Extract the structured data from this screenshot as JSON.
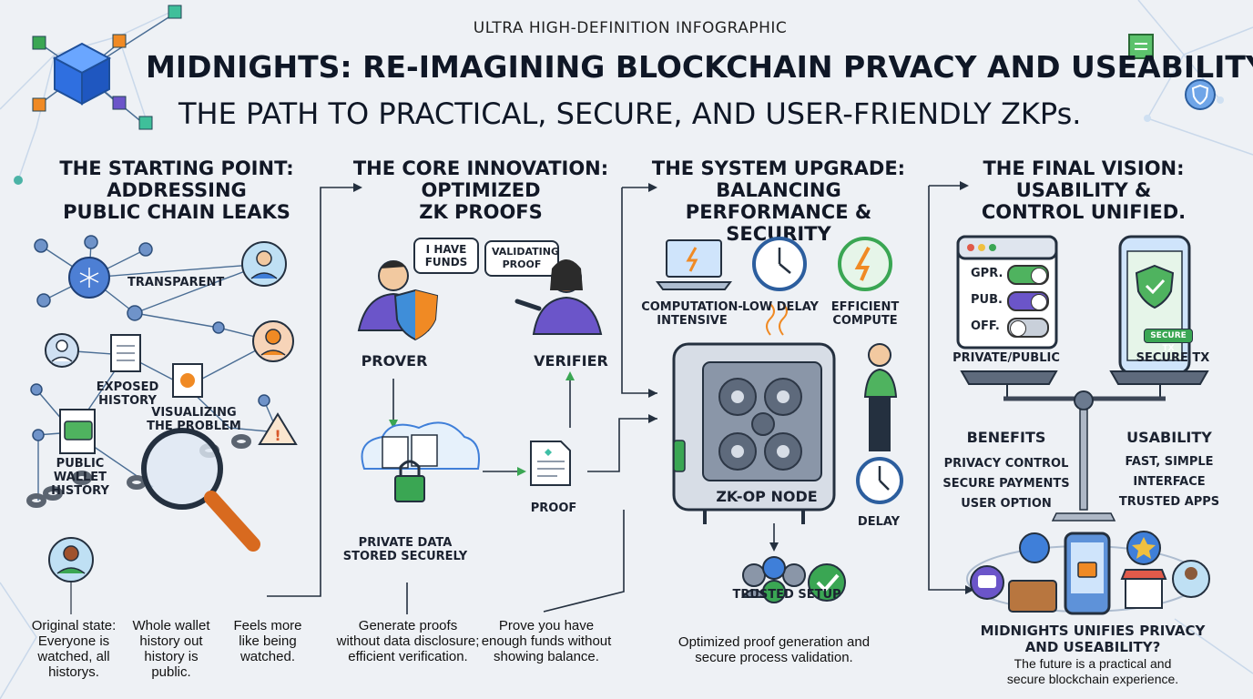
{
  "header": {
    "kicker": "ULTRA HIGH-DEFINITION INFOGRAPHIC",
    "title": "MIDNIGHTS: RE-IMAGINING BLOCKCHAIN PRVACY AND USEABILITY.",
    "subtitle": "THE PATH TO PRACTICAL, SECURE, AND USER-FRIENDLY ZKPs."
  },
  "sections": {
    "start": {
      "heading": [
        "THE STARTING POINT:",
        "ADDRESSING",
        "PUBLIC CHAIN LEAKS"
      ],
      "labels": {
        "transparent": "TRANSPARENT",
        "exposed_history": [
          "EXPOSED",
          "HISTORY"
        ],
        "visualizing": [
          "VISUALIZING",
          "THE PROBLEM"
        ],
        "public_wallet": [
          "PUBLIC",
          "WALLET",
          "HISTORY"
        ]
      },
      "captions": [
        [
          "Original state:",
          "Everyone is",
          "watched, all",
          "historys."
        ],
        [
          "Whole wallet",
          "history out",
          "history is",
          "public."
        ],
        [
          "Feels more",
          "like being",
          "watched."
        ]
      ]
    },
    "core": {
      "heading": [
        "THE CORE INNOVATION:",
        "OPTIMIZED",
        "ZK PROOFS"
      ],
      "bubbles": {
        "prover": [
          "I HAVE",
          "FUNDS"
        ],
        "verifier": [
          "VALIDATING",
          "PROOF"
        ]
      },
      "prover": "PROVER",
      "verifier": "VERIFIER",
      "private_data": [
        "PRIVATE DATA",
        "STORED SECURELY"
      ],
      "proof": "PROOF",
      "captions": [
        [
          "Generate proofs",
          "without data disclosure;",
          "efficient verification."
        ],
        [
          "Prove you have",
          "enough funds without",
          "showing balance."
        ]
      ]
    },
    "upgrade": {
      "heading": [
        "THE SYSTEM UPGRADE:",
        "BALANCING",
        "PERFORMANCE & SECURITY"
      ],
      "icons": [
        [
          "COMPUTATION-",
          "INTENSIVE"
        ],
        [
          "LOW DELAY"
        ],
        [
          "EFFICIENT",
          "COMPUTE"
        ]
      ],
      "node": "ZK-OP NODE",
      "delay": "DELAY",
      "trusted": "TRUSTED SETUP",
      "caption": [
        "Optimized proof generation and",
        "secure process validation."
      ]
    },
    "vision": {
      "heading": [
        "THE FINAL VISION:",
        "USABILITY &",
        "CONTROL UNIFIED."
      ],
      "switches": [
        "GPR.",
        "PUB.",
        "OFF."
      ],
      "private_public": "PRIVATE/PUBLIC",
      "secure_tx_badge": "SECURE TX",
      "secure_tx": "SECURE TX",
      "benefits": {
        "title": "BENEFITS",
        "items": [
          "PRIVACY CONTROL",
          "SECURE PAYMENTS",
          "USER OPTION"
        ]
      },
      "usability": {
        "title": "USABILITY",
        "items": [
          "FAST, SIMPLE",
          "INTERFACE",
          "TRUSTED APPS"
        ]
      },
      "conclusion": [
        "MIDNIGHTS UNIFIES PRIVACY",
        "AND USEABILITY?"
      ],
      "conclusion_sub": [
        "The future is a practical and",
        "secure blockchain experience."
      ]
    }
  },
  "colors": {
    "background": "#eef1f5",
    "accent_blue": "#3f7fd9",
    "accent_green": "#3aa653",
    "accent_orange": "#f08a24",
    "accent_purple": "#6b55c9",
    "dark": "#24303f"
  }
}
